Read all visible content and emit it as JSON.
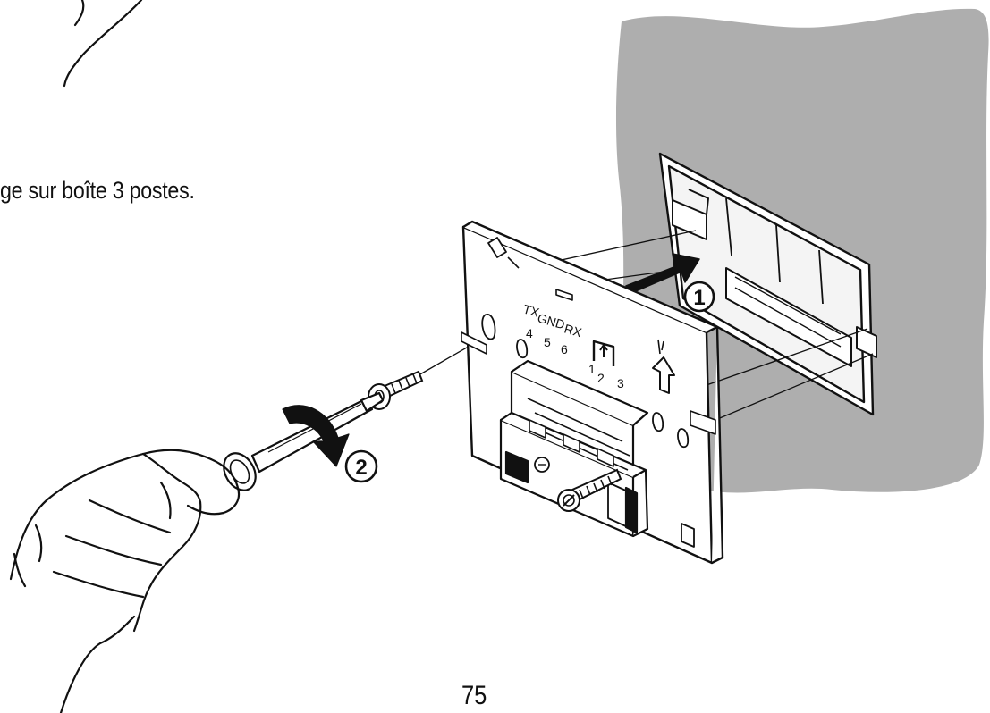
{
  "caption": "ge sur boîte 3 postes.",
  "page_number": "75",
  "plate_labels": {
    "tx": "TX",
    "gnd": "GND",
    "rx": "RX",
    "pin4": "4",
    "pin5": "5",
    "pin6": "6",
    "pin1": "1",
    "pin2": "2",
    "pin3": "3"
  },
  "step_markers": {
    "step1": "1",
    "step2": "2"
  },
  "colors": {
    "wall": "#aeaeae",
    "ink": "#111111",
    "paper": "#ffffff"
  }
}
